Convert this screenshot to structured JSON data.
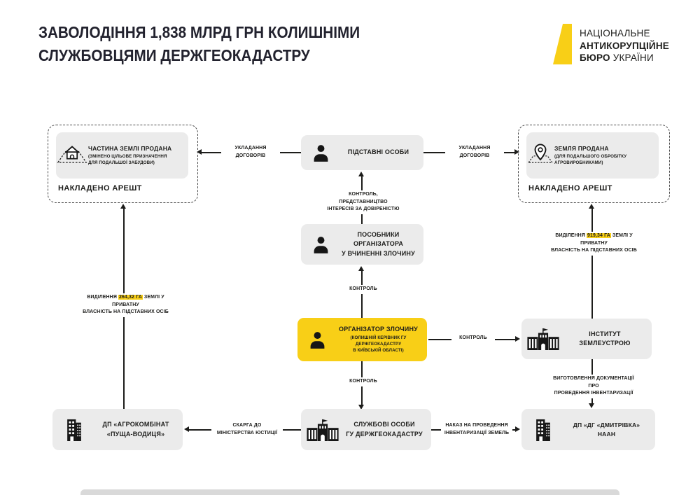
{
  "title": "ЗАВОЛОДІННЯ 1,838 МЛРД ГРН КОЛИШНІМИ\nСЛУЖБОВЦЯМИ ДЕРЖГЕОКАДАСТРУ",
  "logo": {
    "line1": "НАЦІОНАЛЬНЕ",
    "line2": "АНТИКОРУПЦІЙНЕ",
    "line3_bold": "БЮРО ",
    "line3_regular": "УКРАЇНИ"
  },
  "colors": {
    "accent_yellow": "#F8CF17",
    "box_grey": "#EBEBEB",
    "ink": "#1D1D1B"
  },
  "nodes": {
    "part_land_sold": {
      "title": "ЧАСТИНА ЗЕМЛІ ПРОДАНА",
      "subtitle": "(ЗМІНЕНО ЦІЛЬОВЕ ПРИЗНАЧЕННЯ\nДЛЯ ПОДАЛЬШОЇ ЗАБУДОВИ)",
      "status": "НАКЛАДЕНО АРЕШТ"
    },
    "front_persons": {
      "title": "ПІДСТАВНІ ОСОБИ"
    },
    "land_sold": {
      "title": "ЗЕМЛЯ ПРОДАНА",
      "subtitle": "(ДЛЯ ПОДАЛЬШОГО ОБРОБІТКУ\nАГРОВИРОБНИКАМИ)",
      "status": "НАКЛАДЕНО АРЕШТ"
    },
    "accomplices": {
      "title": "ПОСОБНИКИ ОРГАНІЗАТОРА\nУ ВЧИНЕННІ ЗЛОЧИНУ"
    },
    "organizer": {
      "title": "ОРГАНІЗАТОР ЗЛОЧИНУ",
      "subtitle": "(КОЛИШНІЙ КЕРІВНИК ГУ ДЕРЖГЕОКАДАСТРУ\nВ КИЇВСЬКІЙ ОБЛАСТІ)"
    },
    "institute": {
      "title": "ІНСТИТУТ\nЗЕМЛЕУСТРОЮ"
    },
    "officials": {
      "title": "СЛУЖБОВІ ОСОБИ\nГУ ДЕРЖГЕОКАДАСТРУ"
    },
    "agrokombinat": {
      "title": "ДП «АГРОКОМБІНАТ\n«ПУЩА-ВОДИЦЯ»"
    },
    "dmytrivka": {
      "title": "ДП «ДГ «ДМИТРІВКА» НААН"
    }
  },
  "edges": {
    "contracts_left": "УКЛАДАННЯ\nДОГОВОРІВ",
    "contracts_right": "УКЛАДАННЯ\nДОГОВОРІВ",
    "control_poa": "КОНТРОЛЬ, ПРЕДСТАВНИЦТВО\nІНТЕРЕСІВ ЗА ДОВІРЕНІСТЮ",
    "control_1": "КОНТРОЛЬ",
    "control_2": "КОНТРОЛЬ",
    "control_3": "КОНТРОЛЬ",
    "docs": "ВИГОТОВЛЕННЯ ДОКУМЕНТАЦІЇ ПРО\nПРОВЕДЕННЯ ІНВЕНТАРИЗАЦІЇ",
    "complaint": "СКАРГА ДО\nМІНІСТЕРСТВА ЮСТИЦІЇ",
    "order": "НАКАЗ НА ПРОВЕДЕННЯ\nІНВЕНТАРИЗАЦІЇ ЗЕМЕЛЬ",
    "allot_left": {
      "pre": "ВИДІЛЕННЯ ",
      "highlight": "264,32 ГА",
      "post": " ЗЕМЛІ У ПРИВАТНУ\nВЛАСНІСТЬ НА ПІДСТАВНИХ ОСІБ"
    },
    "allot_right": {
      "pre": "ВИДІЛЕННЯ ",
      "highlight": "919,34 ГА",
      "post": " ЗЕМЛІ У ПРИВАТНУ\nВЛАСНІСТЬ НА ПІДСТАВНИХ ОСІБ"
    }
  }
}
